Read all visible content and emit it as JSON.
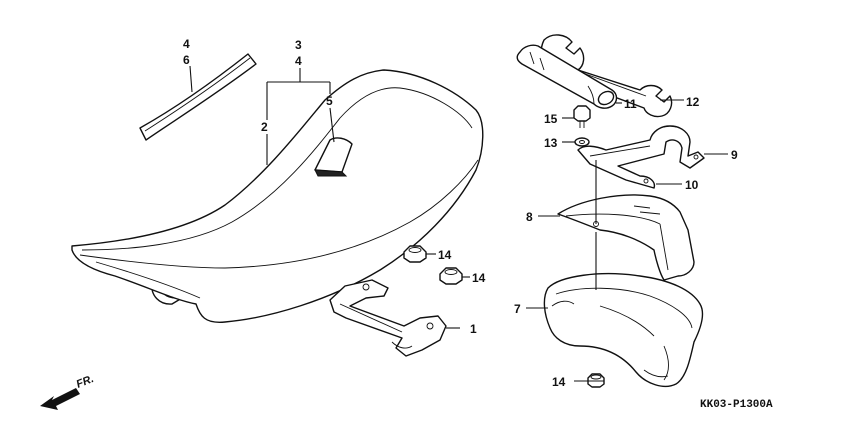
{
  "callouts": {
    "c1": "1",
    "c2": "2",
    "c3": "3",
    "c4a": "4",
    "c4b": "4",
    "c5": "5",
    "c6": "6",
    "c7": "7",
    "c8": "8",
    "c9": "9",
    "c10": "10",
    "c11": "11",
    "c12": "12",
    "c13": "13",
    "c14a": "14",
    "c14b": "14",
    "c14c": "14",
    "c15": "15"
  },
  "diagram_code": "KK03-P1300A",
  "direction_label": "FR.",
  "icons": {
    "front_arrow": "arrow-icon"
  }
}
